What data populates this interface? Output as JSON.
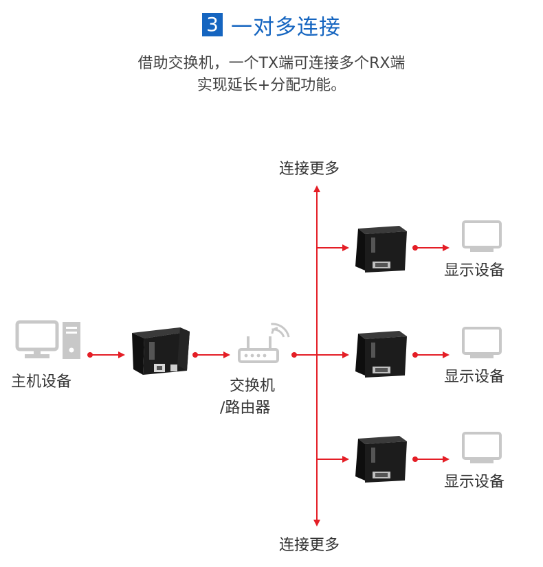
{
  "title": {
    "number": "3",
    "text": "一对多连接"
  },
  "description": {
    "line1": "借助交换机，一个TX端可连接多个RX端",
    "line2": "实现延长+分配功能。"
  },
  "labels": {
    "host": "主机设备",
    "switch_line1": "交换机",
    "switch_line2": "/路由器",
    "more_top": "连接更多",
    "more_bottom": "连接更多",
    "display1": "显示设备",
    "display2": "显示设备",
    "display3": "显示设备"
  },
  "colors": {
    "accent": "#1565c0",
    "arrow": "#e41e26",
    "icon": "#c8c8c8",
    "device": "#1a1a1a"
  },
  "icons": [
    "desktop-computer-icon",
    "router-icon",
    "monitor-icon",
    "transmitter-device",
    "receiver-device"
  ]
}
